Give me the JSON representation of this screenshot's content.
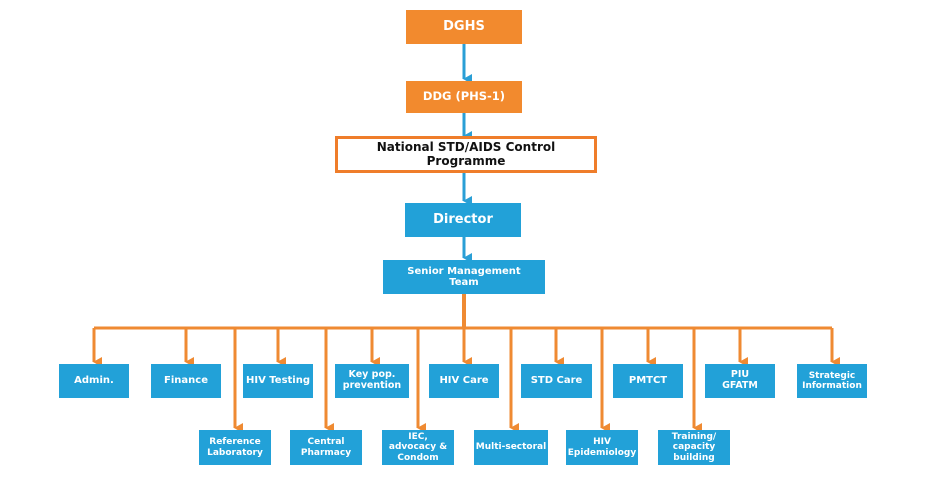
{
  "colors": {
    "orange": "#f28a2e",
    "blue": "#22a1d8",
    "connector_blue": "#2a9fd6",
    "connector_orange": "#ef8a32"
  },
  "top": {
    "dghs": "DGHS",
    "ddg": "DDG (PHS-1)",
    "programme": "National STD/AIDS Control Programme",
    "director": "Director",
    "smt": "Senior Management\nTeam"
  },
  "units_top": [
    "Admin.",
    "Finance",
    "HIV Testing",
    "Key pop.\nprevention",
    "HIV Care",
    "STD Care",
    "PMTCT",
    "PIU\nGFATM",
    "Strategic\nInformation"
  ],
  "units_bottom": [
    "Reference\nLaboratory",
    "Central\nPharmacy",
    "IEC,\nadvocacy &\nCondom",
    "Multi-sectoral",
    "HIV\nEpidemiology",
    "Training/\ncapacity\nbuilding"
  ]
}
